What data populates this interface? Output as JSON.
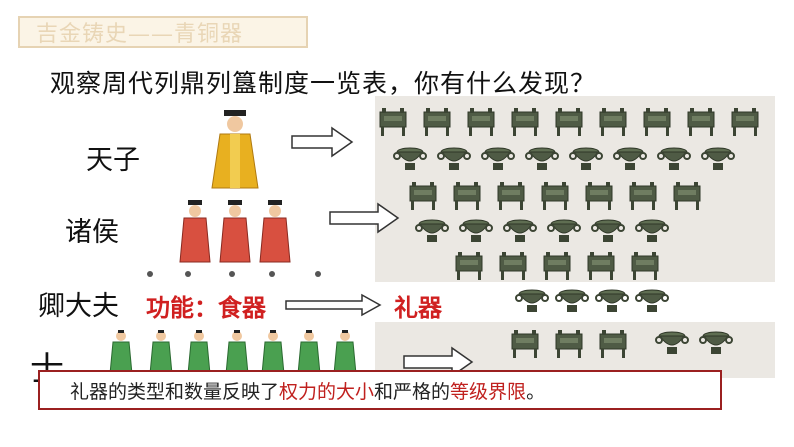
{
  "slide": {
    "title": "吉金铸史——青铜器",
    "question": "观察周代列鼎列簋制度一览表，你有什么发现？",
    "ranks": {
      "tianzi": "天子",
      "zhuhou": "诸侯",
      "qingdafu": "卿大夫",
      "shi": "士"
    },
    "function": {
      "label": "功能：食器",
      "result": "礼器"
    },
    "summary": {
      "part1": "礼器的类型和数量反映了",
      "highlight1": "权力的大小",
      "part2": "和严格的",
      "highlight2": "等级界限",
      "end": "。"
    }
  },
  "colors": {
    "accent_red": "#d02020",
    "border_red": "#9b2020",
    "bronze": "#5b6a4e",
    "title_text": "#e9d6b6"
  },
  "icons": [
    "king-figure-icon",
    "noble-figure-icon",
    "official-figure-icon",
    "ding-vessel-icon",
    "gui-vessel-icon",
    "arrow-right-icon"
  ]
}
